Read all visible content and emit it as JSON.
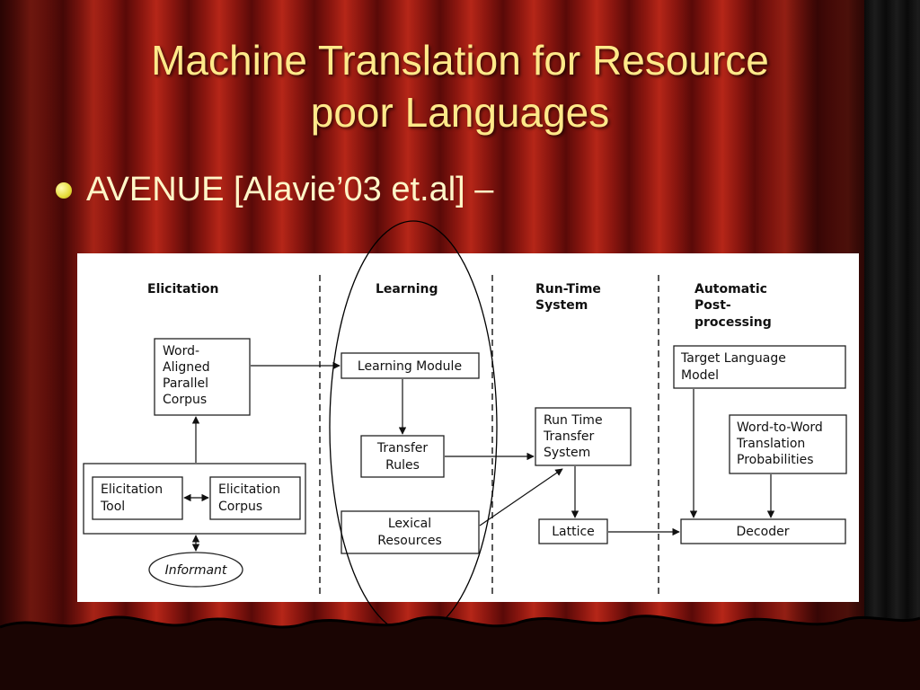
{
  "slide": {
    "title_line1": "Machine Translation for Resource",
    "title_line2": "poor Languages",
    "bullet": "AVENUE [Alavie’03 et.al] –"
  },
  "diagram": {
    "columns": {
      "elicitation": "Elicitation",
      "learning": "Learning",
      "runtime": [
        "Run-Time",
        "System"
      ],
      "postprocessing": [
        "Automatic",
        "Post-",
        "processing"
      ]
    },
    "boxes": {
      "word_aligned_corpus": [
        "Word-",
        "Aligned",
        "Parallel",
        "Corpus"
      ],
      "elicitation_tool": [
        "Elicitation",
        "Tool"
      ],
      "elicitation_corpus": [
        "Elicitation",
        "Corpus"
      ],
      "informant": "Informant",
      "learning_module": "Learning Module",
      "transfer_rules": [
        "Transfer",
        "Rules"
      ],
      "lexical_resources": [
        "Lexical",
        "Resources"
      ],
      "run_time_transfer": [
        "Run Time",
        "Transfer",
        "System"
      ],
      "lattice": "Lattice",
      "target_language_model": [
        "Target Language",
        "Model"
      ],
      "word_to_word": [
        "Word-to-Word",
        "Translation",
        "Probabilities"
      ],
      "decoder": "Decoder"
    }
  },
  "colors": {
    "title": "#ffe98a",
    "bullet_text": "#fff6c8",
    "bullet_dot": "#e6dc3a",
    "curtain": "#8a160f"
  }
}
